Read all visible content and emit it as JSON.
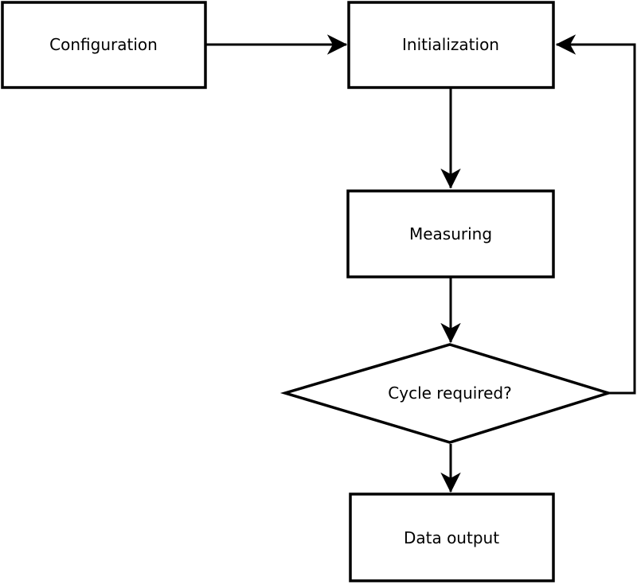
{
  "diagram": {
    "background_color": "#ffffff",
    "line_color": "#000000",
    "node_fill_color": "#ffffff",
    "nodes": [
      {
        "id": "configuration",
        "label": "Configuration",
        "shape": "rect"
      },
      {
        "id": "initialization",
        "label": "Initialization",
        "shape": "rect"
      },
      {
        "id": "measuring",
        "label": "Measuring",
        "shape": "rect"
      },
      {
        "id": "cycle-required",
        "label": "Cycle required?",
        "shape": "diamond"
      },
      {
        "id": "data-output",
        "label": "Data output",
        "shape": "rect"
      }
    ],
    "edges": [
      {
        "from": "configuration",
        "to": "initialization"
      },
      {
        "from": "initialization",
        "to": "measuring"
      },
      {
        "from": "measuring",
        "to": "cycle-required"
      },
      {
        "from": "cycle-required",
        "to": "data-output"
      },
      {
        "from": "cycle-required",
        "to": "initialization"
      }
    ]
  }
}
